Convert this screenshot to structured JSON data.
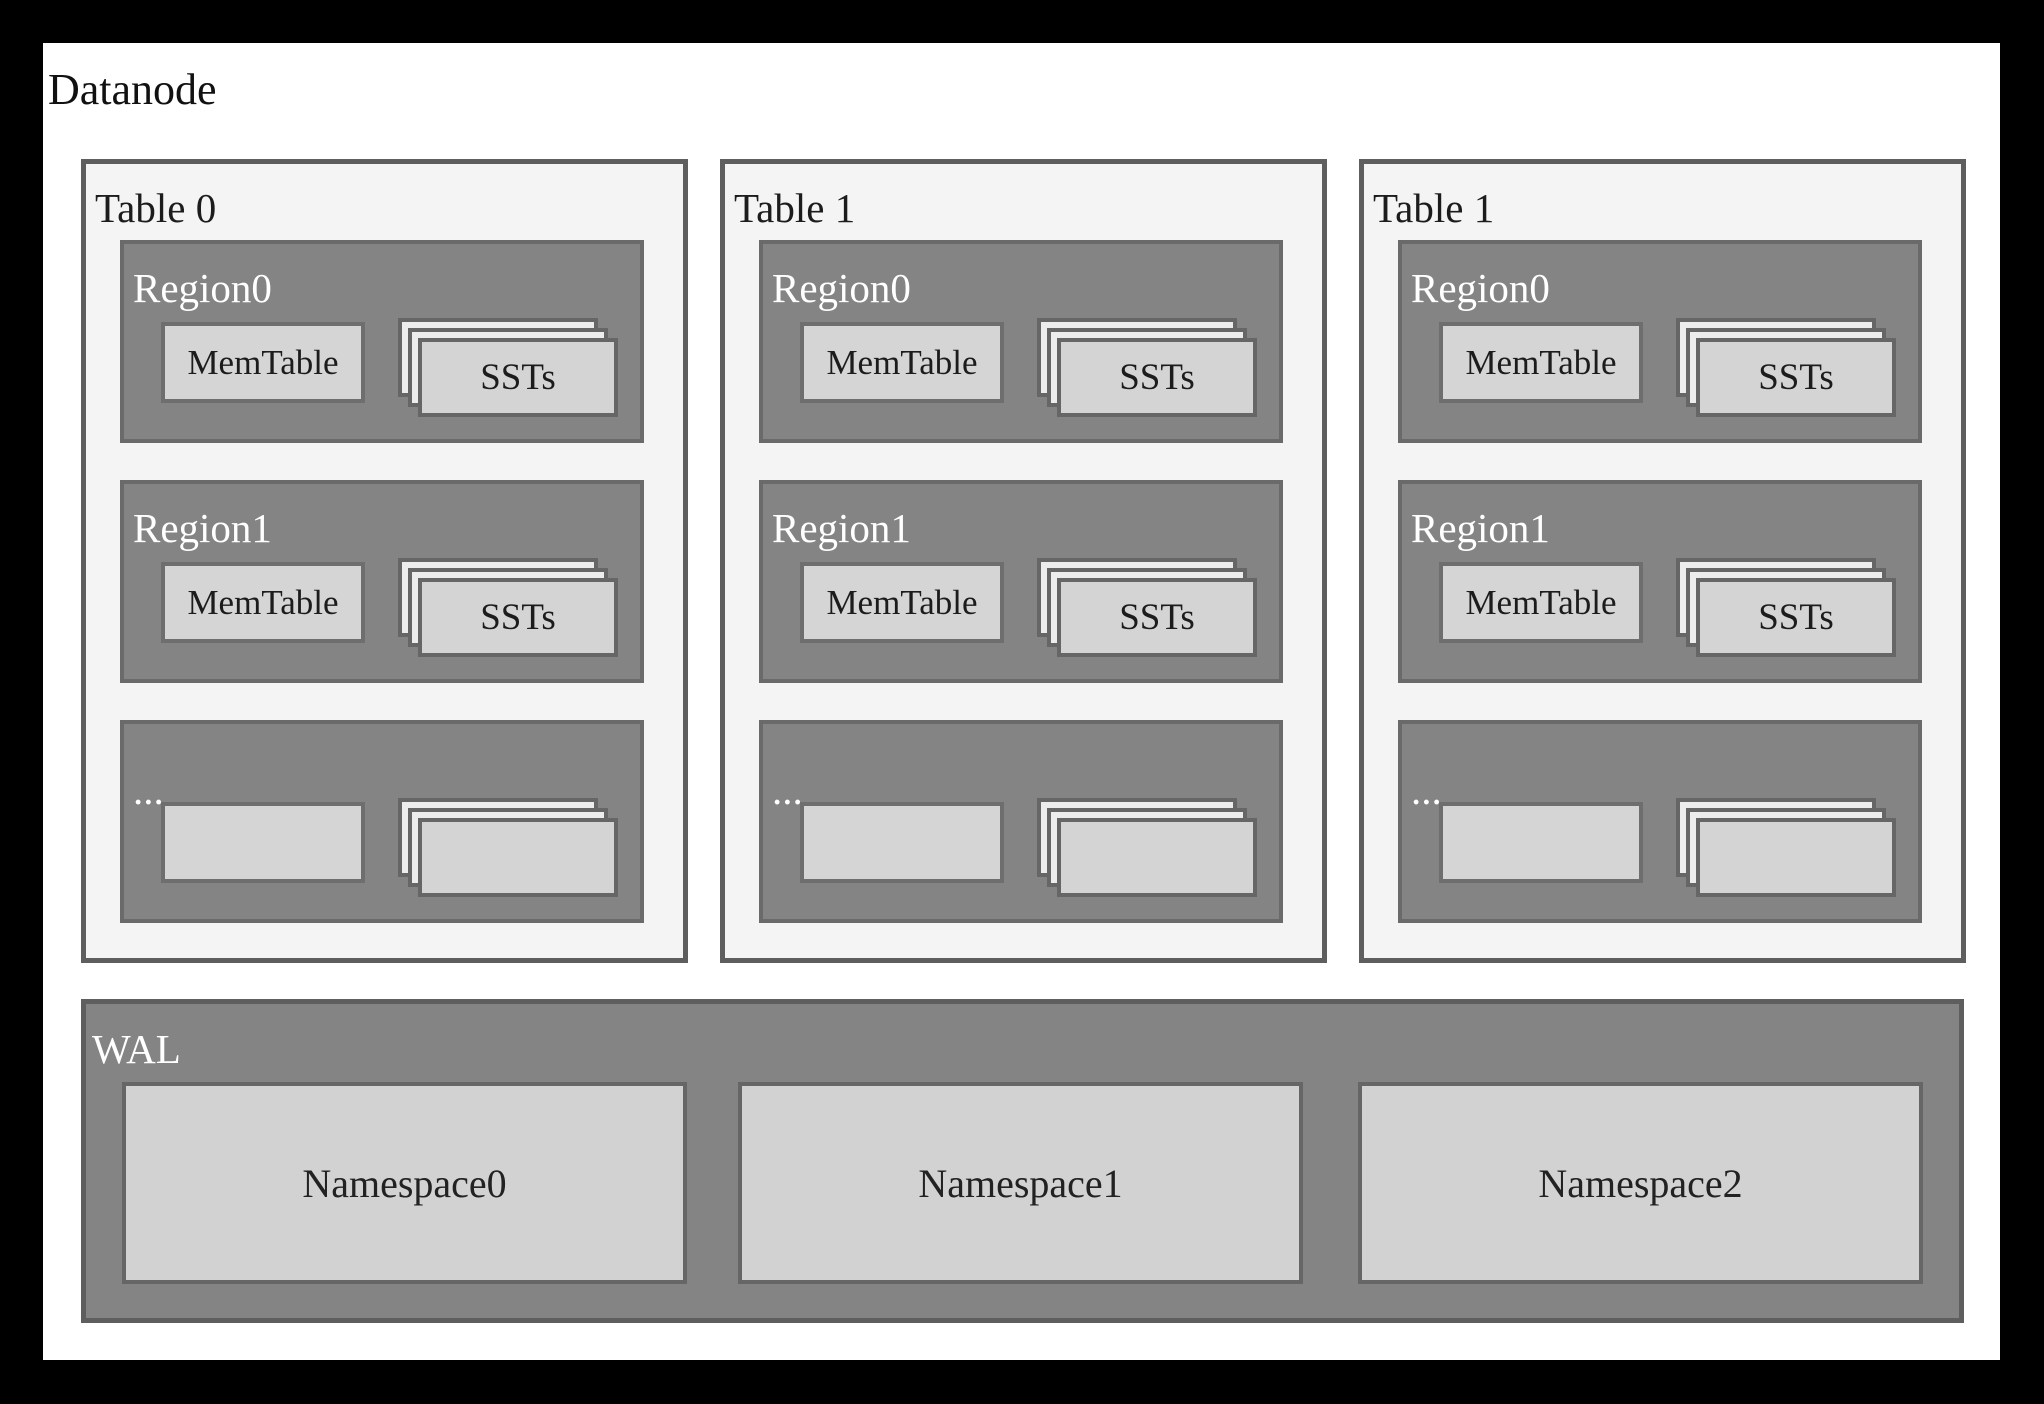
{
  "diagram": {
    "title": "Datanode",
    "tables": [
      {
        "label": "Table 0",
        "regions": [
          {
            "label": "Region0",
            "memtable": "MemTable",
            "ssts": "SSTs"
          },
          {
            "label": "Region1",
            "memtable": "MemTable",
            "ssts": "SSTs"
          },
          {
            "label": "...",
            "memtable": "",
            "ssts": ""
          }
        ]
      },
      {
        "label": "Table 1",
        "regions": [
          {
            "label": "Region0",
            "memtable": "MemTable",
            "ssts": "SSTs"
          },
          {
            "label": "Region1",
            "memtable": "MemTable",
            "ssts": "SSTs"
          },
          {
            "label": "...",
            "memtable": "",
            "ssts": ""
          }
        ]
      },
      {
        "label": "Table 1",
        "regions": [
          {
            "label": "Region0",
            "memtable": "MemTable",
            "ssts": "SSTs"
          },
          {
            "label": "Region1",
            "memtable": "MemTable",
            "ssts": "SSTs"
          },
          {
            "label": "...",
            "memtable": "",
            "ssts": ""
          }
        ]
      }
    ],
    "wal": {
      "label": "WAL",
      "namespaces": [
        "Namespace0",
        "Namespace1",
        "Namespace2"
      ]
    },
    "colors": {
      "frame": "#000000",
      "canvas": "#ffffff",
      "table_fill": "#f4f4f4",
      "table_border": "#5e5e5e",
      "region_fill": "#848484",
      "region_border": "#6a6a6a",
      "light_box_fill": "#d5d5d5",
      "light_box_border": "#6e6e6e",
      "sheet_back_fill": "#ededed",
      "text_dark": "#1c1c1c",
      "text_light": "#ffffff"
    }
  }
}
